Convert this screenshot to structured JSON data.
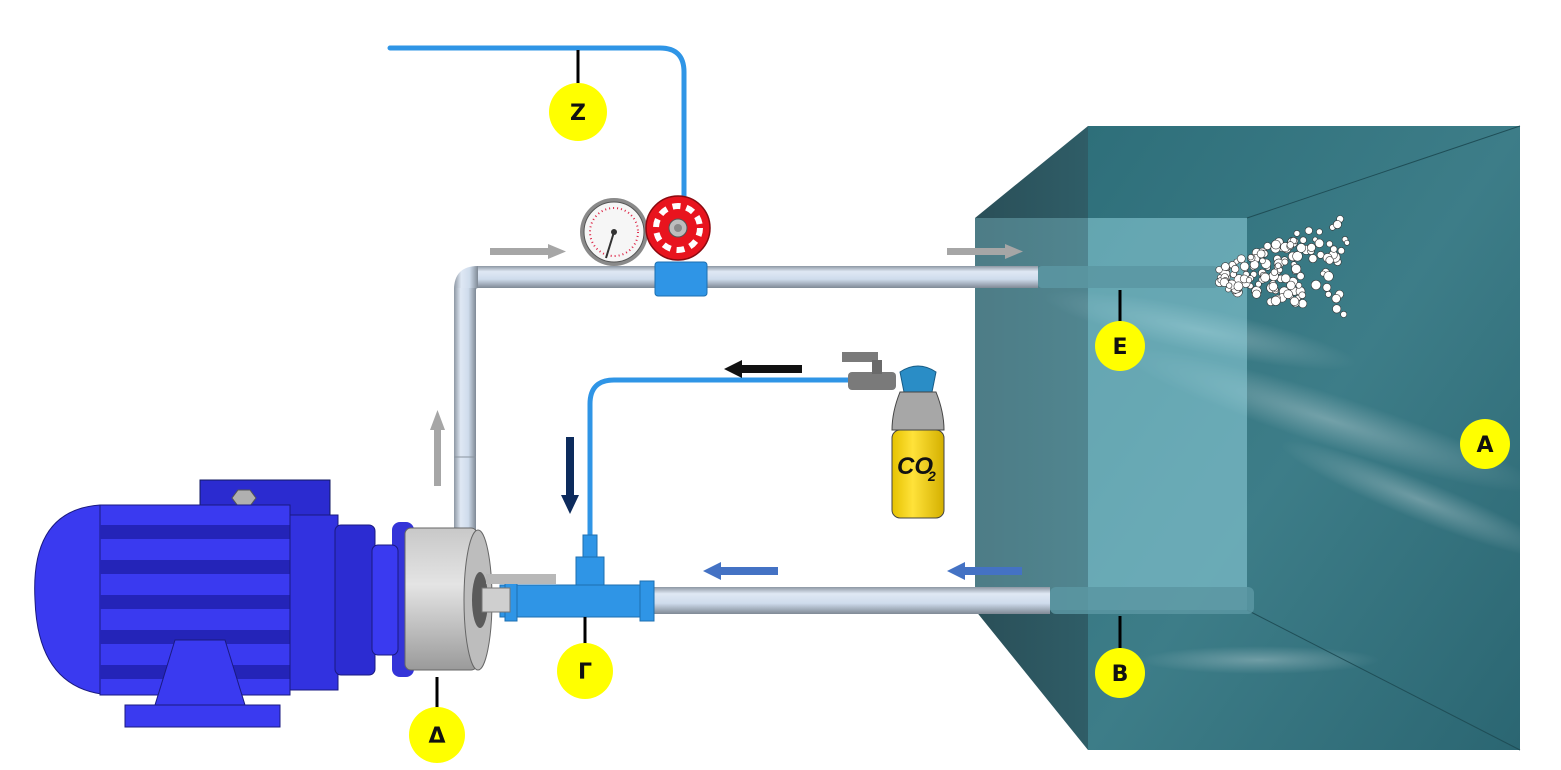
{
  "diagram": {
    "title": "CO2 injection recirculation system",
    "labels": {
      "A": "A",
      "B": "B",
      "Gamma": "Γ",
      "Delta": "Δ",
      "E": "E",
      "Z": "Z"
    },
    "cylinder_text": "CO",
    "cylinder_subscript": "2",
    "components": [
      "water-tank",
      "return-pipe",
      "co2-injection-tee",
      "pump-motor",
      "outlet-nozzle",
      "gas-line",
      "pressure-gauge",
      "handwheel-valve",
      "co2-cylinder",
      "bubble-plume"
    ],
    "colors": {
      "label_fill": "#ffff00",
      "gas_line": "#2f95e6",
      "motor": "#3a3af0",
      "tank": "#2f6d78",
      "flow_arrow_grey": "#a6a6a6",
      "flow_arrow_blue": "#4472c4",
      "flow_arrow_navy": "#0d2b5c",
      "valve": "#e8141e",
      "cylinder": "#f5d20f"
    }
  }
}
